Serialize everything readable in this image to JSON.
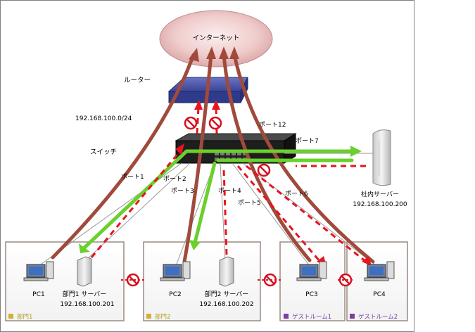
{
  "internet": {
    "label": "インターネット"
  },
  "router": {
    "label": "ルーター",
    "subnet": "192.168.100.0/24"
  },
  "switch": {
    "label": "スイッチ",
    "ports": {
      "p1": "ポート1",
      "p2": "ポート2",
      "p3": "ポート3",
      "p4": "ポート4",
      "p5": "ポート5",
      "p6": "ポート6",
      "p7": "ポート7",
      "p12": "ポート12"
    }
  },
  "internal_server": {
    "name": "社内サーバー",
    "ip": "192.168.100.200"
  },
  "groups": [
    {
      "tag": "部門1",
      "tag_color": "#b89a20",
      "pc": "PC1",
      "server": "部門1 サーバー",
      "server_ip": "192.168.100.201"
    },
    {
      "tag": "部門2",
      "tag_color": "#b89a20",
      "pc": "PC2",
      "server": "部門2 サーバー",
      "server_ip": "192.168.100.202"
    },
    {
      "tag": "ゲストルーム1",
      "tag_color": "#7a3fa0",
      "pc": "PC3"
    },
    {
      "tag": "ゲストルーム2",
      "tag_color": "#7a3fa0",
      "pc": "PC4"
    }
  ],
  "colors": {
    "internet_path": "#a04a3c",
    "allowed": "#6ad02c",
    "blocked": "#e8141e",
    "frame": "#9a8a80"
  }
}
